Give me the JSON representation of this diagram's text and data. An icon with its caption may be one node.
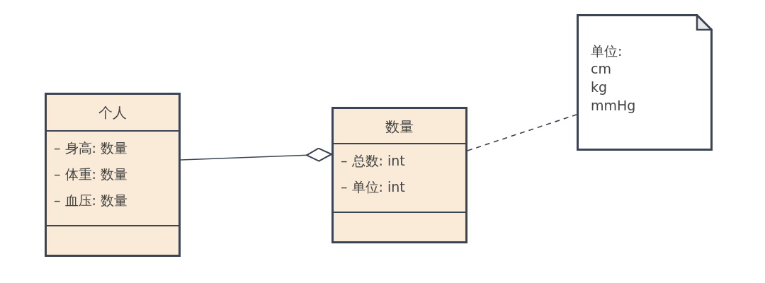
{
  "diagram": {
    "nodes": [
      {
        "text": [
          "个人",
          "– 身高: 数量",
          "– 体重: 数量",
          "– 血压: 数量"
        ]
      },
      {
        "text": [
          "数量",
          "– 总数: int",
          "– 单位: int"
        ]
      },
      {
        "text": [
          "单位:",
          "cm",
          "kg",
          "mmHg"
        ]
      }
    ],
    "edges": [
      {
        "from": 0,
        "to": 1,
        "arrow": "other"
      },
      {
        "from": 1,
        "to": 2,
        "arrow": "none",
        "style": "dashed"
      }
    ]
  }
}
